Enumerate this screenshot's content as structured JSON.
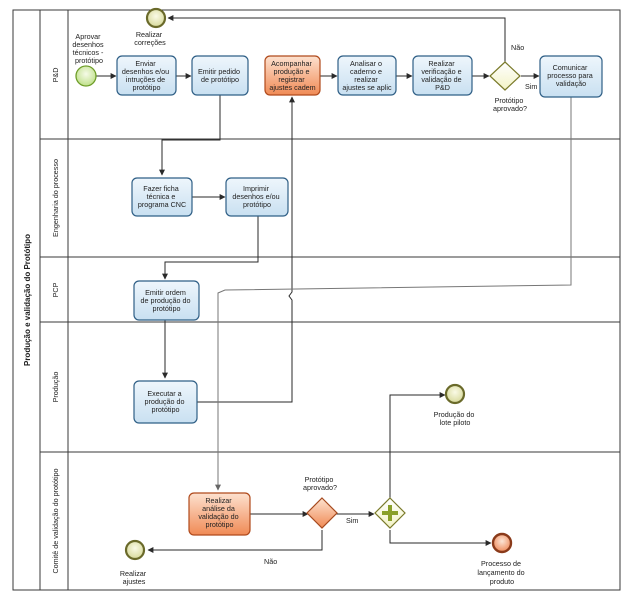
{
  "pool": {
    "title": "Produção e validação do Protótipo"
  },
  "lanes": [
    {
      "label": "P&D"
    },
    {
      "label": "Engenharia do processo"
    },
    {
      "label": "PCP"
    },
    {
      "label": "Produção"
    },
    {
      "label": "Comitê de validação do protótipo"
    }
  ],
  "tasks": {
    "enviar": [
      "Enviar",
      "desenhos e/ou",
      "intruções de",
      "protótipo"
    ],
    "emitir_pedido": [
      "Emitir pedido",
      "de protótipo"
    ],
    "acompanhar": [
      "Acompanhar",
      "produção e",
      "registrar",
      "ajustes cadem"
    ],
    "analisar": [
      "Analisar o",
      "caderno e",
      "realizar",
      "ajustes se aplic"
    ],
    "realizar_verif": [
      "Realizar",
      "verificação e",
      "validação de",
      "P&D"
    ],
    "comunicar": [
      "Comunicar",
      "processo para",
      "validação"
    ],
    "fazer_ficha": [
      "Fazer ficha",
      "técnica e",
      "programa CNC"
    ],
    "imprimir": [
      "Imprimir",
      "desenhos e/ou",
      "protótipo"
    ],
    "emitir_ordem": [
      "Emitir ordem",
      "de produção do",
      "protótipo"
    ],
    "executar": [
      "Executar a",
      "produção do",
      "protótipo"
    ],
    "realizar_analise": [
      "Realizar",
      "análise da",
      "validação do",
      "protótipo"
    ]
  },
  "events": {
    "start": [
      "Aprovar",
      "desenhos",
      "técnicos -",
      "protótipo"
    ],
    "end_correcoes": [
      "Realizar",
      "correções"
    ],
    "end_lote": [
      "Produção do",
      "lote piloto"
    ],
    "end_ajustes": [
      "Realizar",
      "ajustes"
    ],
    "end_lancamento": [
      "Processo de",
      "lançamento do",
      "produto"
    ]
  },
  "gateways": {
    "pd_question": [
      "Protótipo",
      "aprovado?"
    ],
    "comite_question": [
      "Protótipo",
      "aprovado?"
    ]
  },
  "flow_labels": {
    "pd_nao": "Não",
    "pd_sim": "Sim",
    "comite_sim": "Sim",
    "comite_nao": "Não"
  }
}
